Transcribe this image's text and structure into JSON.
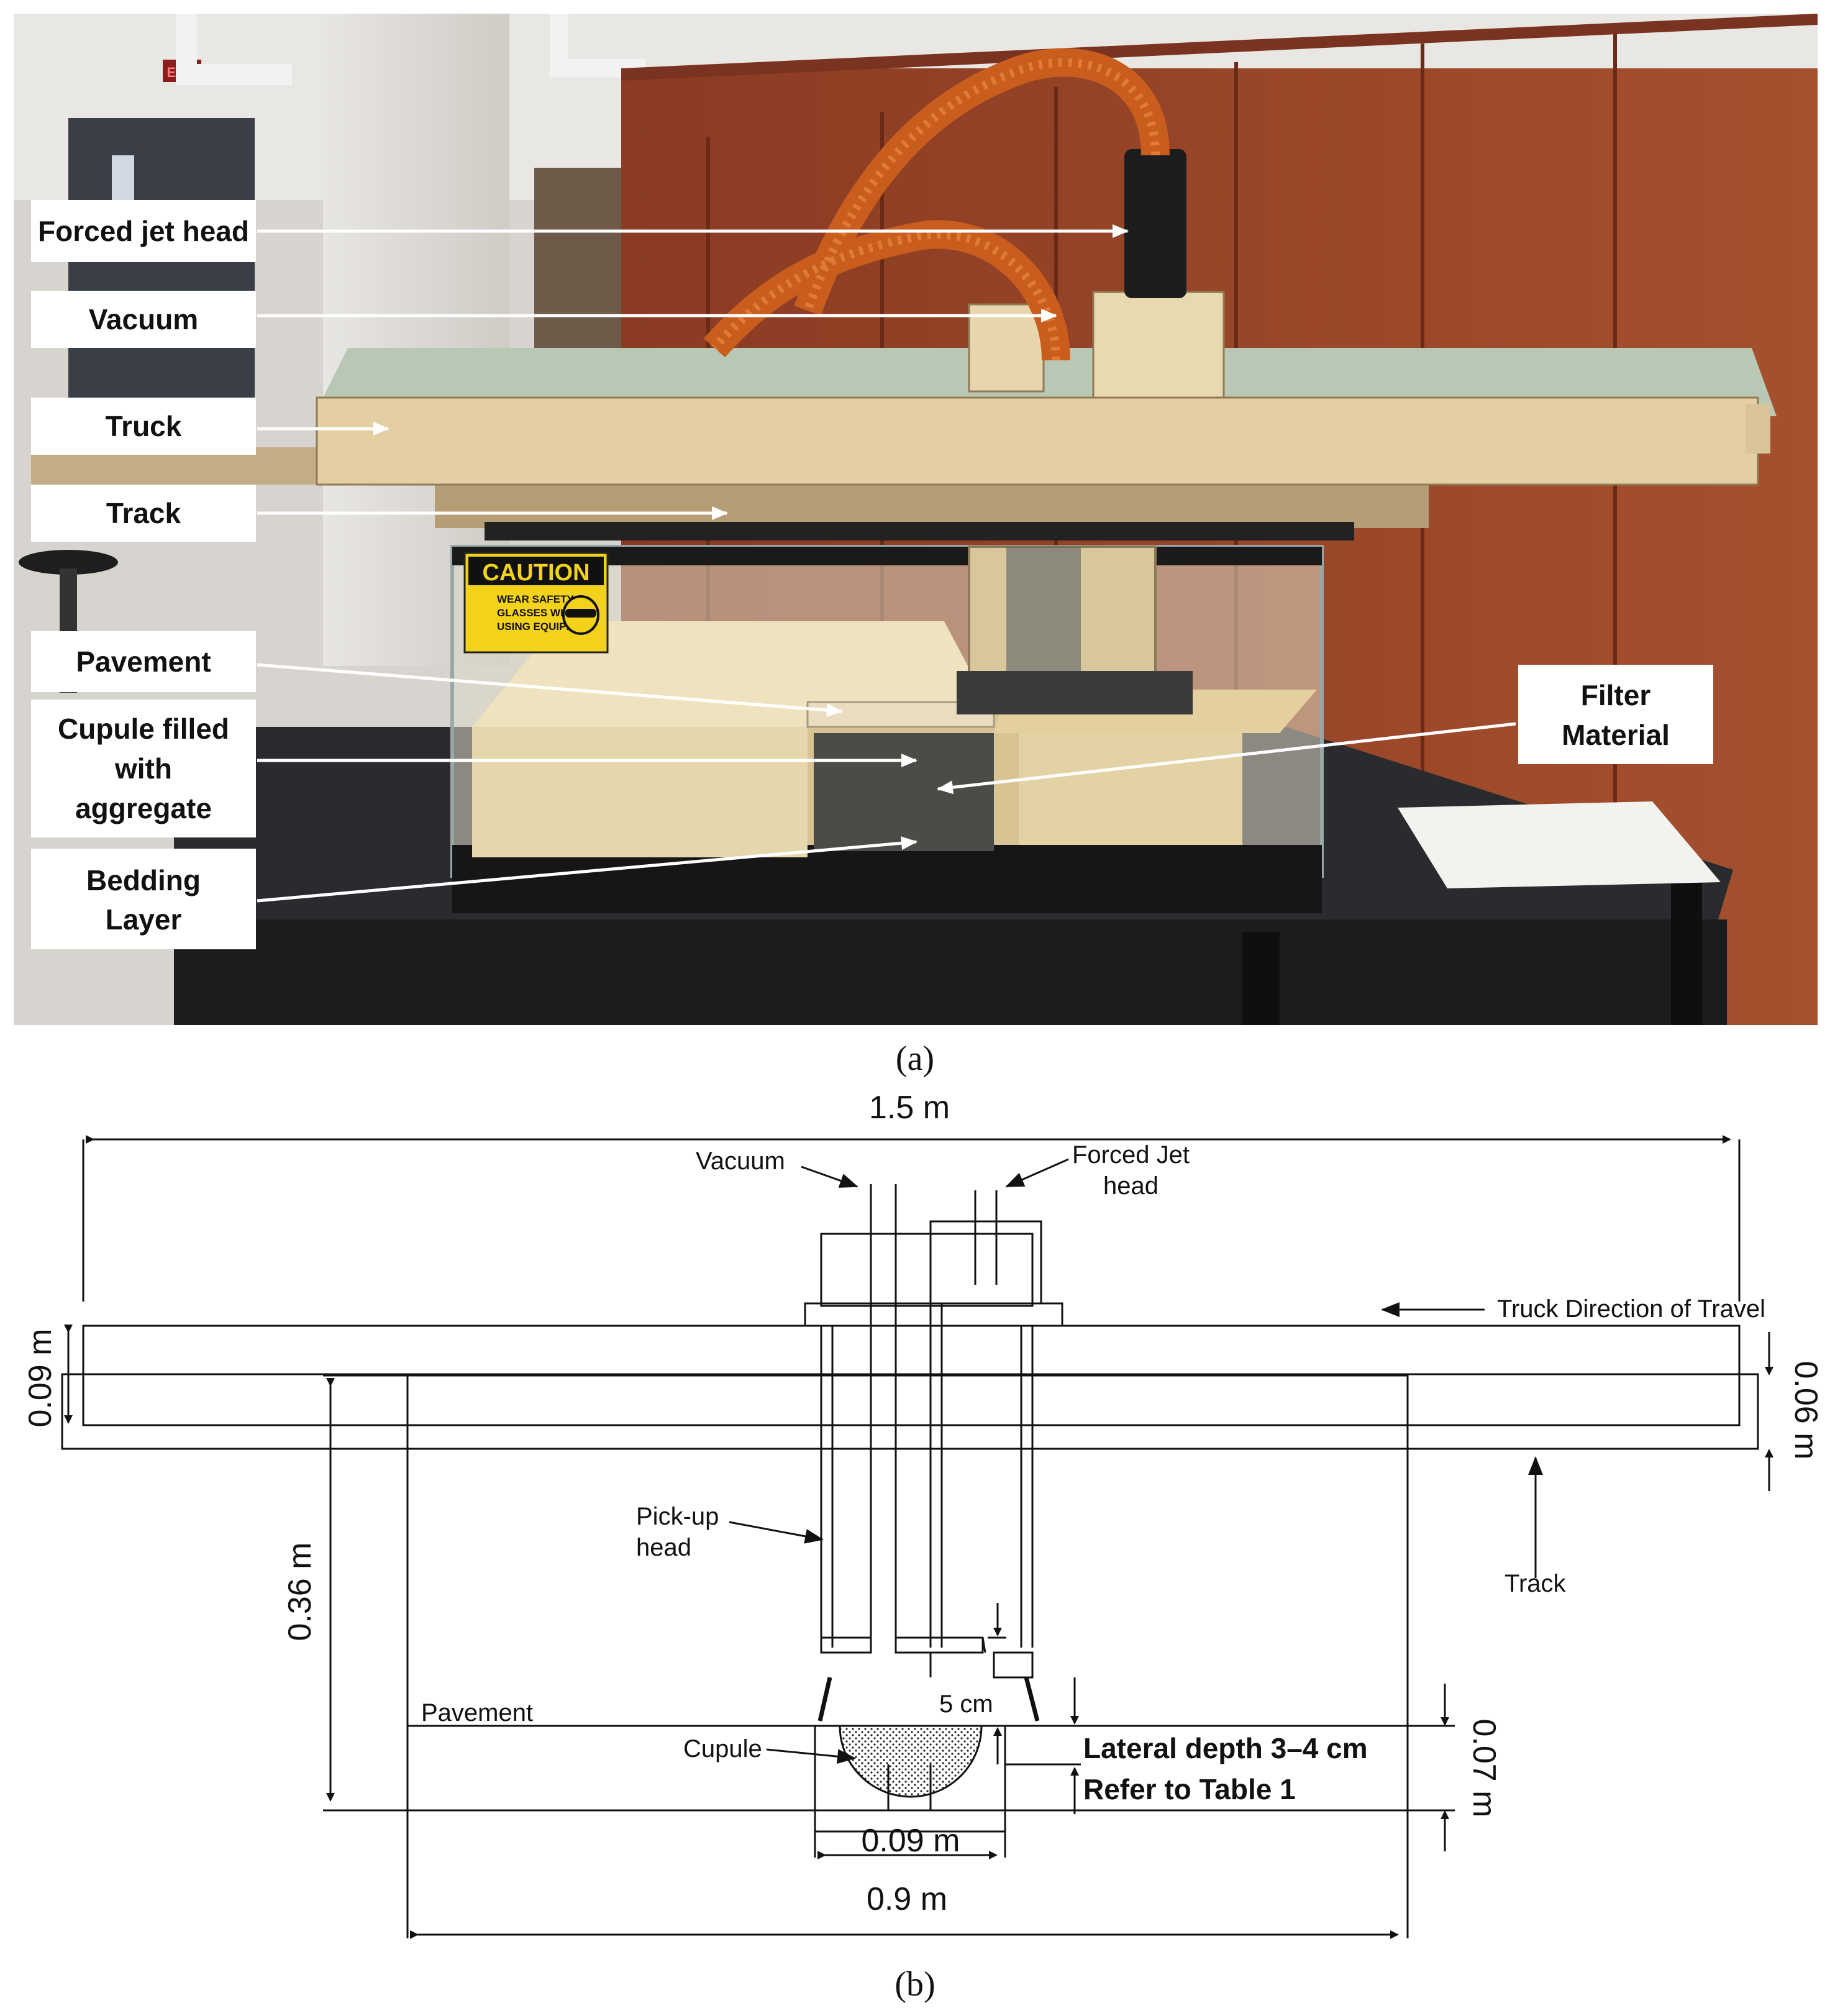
{
  "photo": {
    "labels": {
      "forced_jet_head": "Forced jet head",
      "vacuum": "Vacuum",
      "truck": "Truck",
      "track": "Track",
      "pavement": "Pavement",
      "cupule_l1": "Cupule filled",
      "cupule_l2": "with",
      "cupule_l3": "aggregate",
      "bedding_l1": "Bedding",
      "bedding_l2": "Layer",
      "filter_l1": "Filter",
      "filter_l2": "Material"
    },
    "sign": {
      "title": "CAUTION",
      "line1": "WEAR SAFETY",
      "line2": "GLASSES WHEN",
      "line3": "USING EQUIPMENT"
    },
    "exit_sign": "EXIT"
  },
  "captions": {
    "a": "(a)",
    "b": "(b)"
  },
  "drawing": {
    "dim_total_length": "1.5 m",
    "vacuum": "Vacuum",
    "forced_jet_l1": "Forced Jet",
    "forced_jet_l2": "head",
    "truck_direction": "Truck Direction of Travel",
    "dim_truck_height": "0.09 m",
    "dim_track_height": "0.06 m",
    "track": "Track",
    "pickup_l1": "Pick-up",
    "pickup_l2": "head",
    "dim_box_height": "0.36 m",
    "pavement": "Pavement",
    "cupule": "Cupule",
    "dim_gap": "5 cm",
    "lateral_depth": "Lateral depth 3–4 cm",
    "refer_table": "Refer to Table 1",
    "dim_pavement_height": "0.07 m",
    "dim_opening_width": "0.09 m",
    "dim_box_width": "0.9 m"
  }
}
